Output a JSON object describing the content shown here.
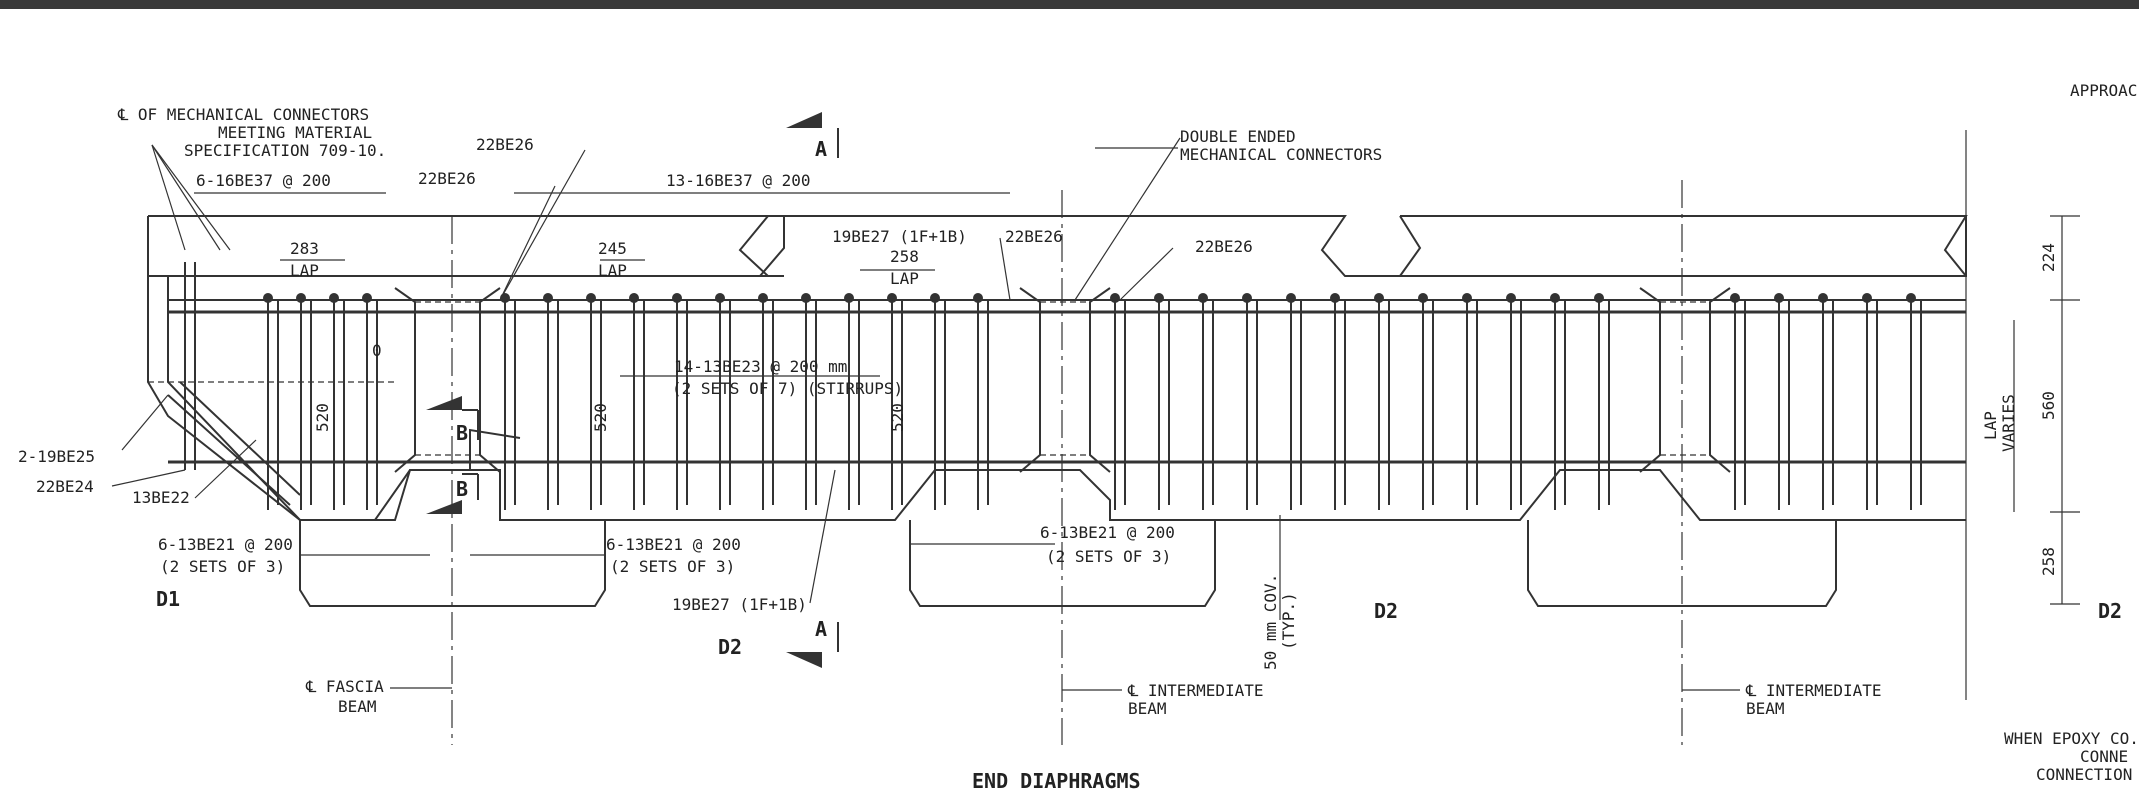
{
  "drawing": {
    "title": "END DIAPHRAGMS",
    "labels": {
      "mech_conn_1": "℄ OF MECHANICAL CONNECTORS",
      "mech_conn_2": "MEETING MATERIAL",
      "mech_conn_3": "SPECIFICATION  709-10.",
      "bars_16be37_a": "6-16BE37 @ 200",
      "bars_16be37_b": "13-16BE37 @ 200",
      "b22be26_1": "22BE26",
      "b22be26_2": "22BE26",
      "b22be26_3": "22BE26",
      "b22be26_4": "22BE26",
      "double_ended_1": "DOUBLE ENDED",
      "double_ended_2": "MECHANICAL CONNECTORS",
      "b19be27_top": "19BE27 (1F+1B)",
      "b19be27_bot": "19BE27 (1F+1B)",
      "lap_283": "283",
      "lap_245": "245",
      "lap_258": "258",
      "lap": "LAP",
      "stirrups_1": "14-13BE23 @ 200 mm",
      "stirrups_2": "(2 SETS OF 7) (STIRRUPS)",
      "dim_0": "0",
      "dim_520a": "520",
      "dim_520b": "520",
      "dim_520c": "520",
      "b2_19be25": "2-19BE25",
      "b22be24": "22BE24",
      "b13be22": "13BE22",
      "b13be21_a1": "6-13BE21 @ 200",
      "b13be21_a2": "(2 SETS OF 3)",
      "b13be21_b1": "6-13BE21 @ 200",
      "b13be21_b2": "(2 SETS OF 3)",
      "b13be21_c1": "6-13BE21 @ 200",
      "b13be21_c2": "(2 SETS OF 3)",
      "d1": "D1",
      "d2_a": "D2",
      "d2_b": "D2",
      "d2_c": "D2",
      "sec_a_top": "A",
      "sec_a_bot": "A",
      "sec_b_top": "B",
      "sec_b_bot": "B",
      "cover_1": "50 mm COV.",
      "cover_2": "(TYP.)",
      "fascia_1": "℄ FASCIA",
      "fascia_2": "BEAM",
      "inter1_1": "℄ INTERMEDIATE",
      "inter1_2": "BEAM",
      "inter2_1": "℄ INTERMEDIATE",
      "inter2_2": "BEAM",
      "dim_224": "224",
      "dim_560": "560",
      "dim_258": "258",
      "lap_varies_1": "LAP",
      "lap_varies_2": "VARIES",
      "approach": "APPROAC",
      "epoxy_1": "WHEN EPOXY CO.",
      "epoxy_2": "CONNE",
      "epoxy_3": "CONNECTION"
    }
  }
}
